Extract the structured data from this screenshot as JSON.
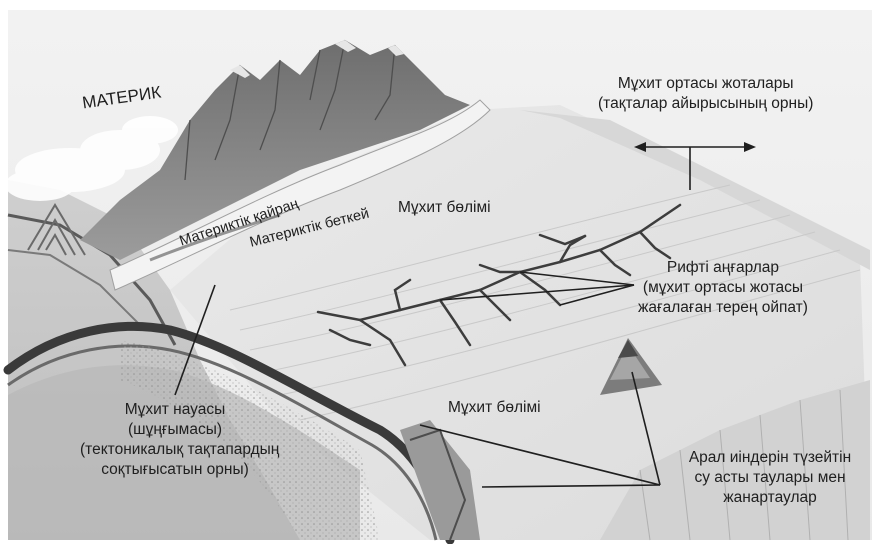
{
  "labels": {
    "continent": "МАТЕРИК",
    "ridge": [
      "Мұхит ортасы жоталары",
      "(тақталар айырысының орны)"
    ],
    "shelf": "Материктік қайраң",
    "slope": "Материктік беткей",
    "ocean_upper": "Мұхит бөлімі",
    "ocean_lower": "Мұхит бөлімі",
    "rift": [
      "Рифті аңғарлар",
      "(мұхит ортасы жотасы",
      "жағалаған терең ойпат)"
    ],
    "trench": [
      "Мұхит науасы",
      "(шұңғымасы)",
      "(тектоникалық тақтапардың",
      "соқтығысатын орны)"
    ],
    "seamounts": [
      "Арал иіндерін түзейтін",
      "су асты таулары мен",
      "жанартаулар"
    ]
  },
  "colors": {
    "background": "#f6f6f6",
    "ocean": "#e4e4e4",
    "mountain": "#8a8a8a",
    "crust": "#4a4a4a",
    "text": "#202020"
  }
}
